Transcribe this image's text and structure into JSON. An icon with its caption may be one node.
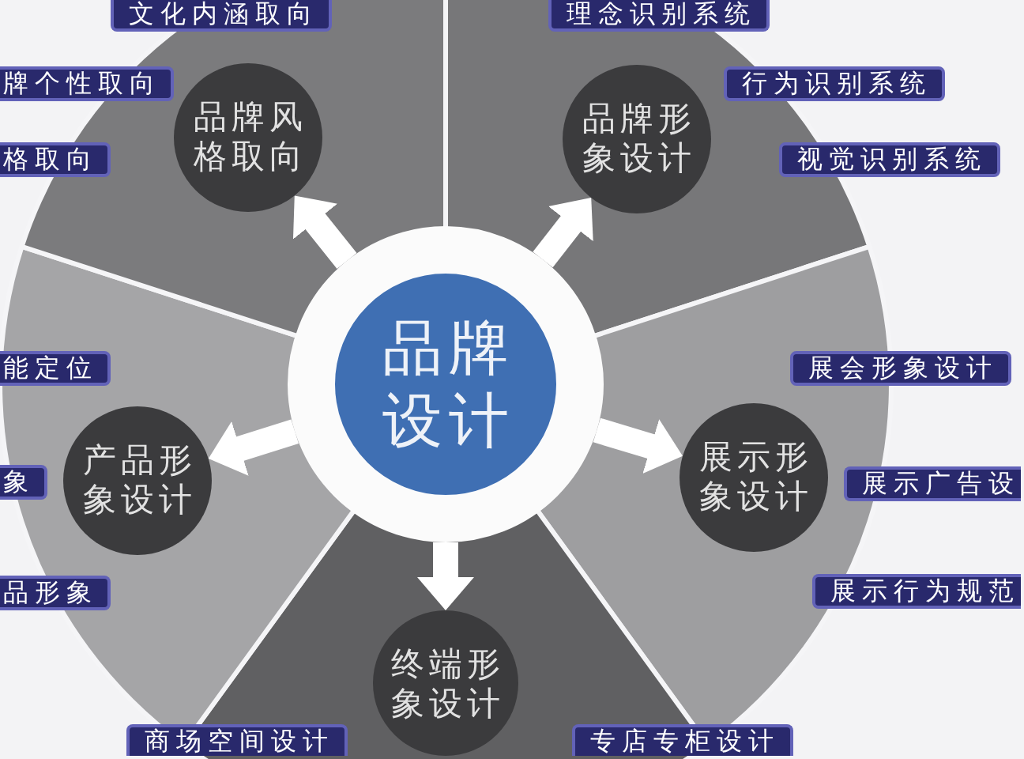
{
  "diagram": {
    "nodes": [
      {
        "text": [
          "品牌设计"
        ]
      },
      {
        "text": [
          "品牌风格取向"
        ]
      },
      {
        "text": [
          "文化内涵取向"
        ]
      },
      {
        "text": [
          "牌个性取向"
        ]
      },
      {
        "text": [
          "格取向"
        ]
      },
      {
        "text": [
          "品牌形象设计"
        ]
      },
      {
        "text": [
          "理念识别系统"
        ]
      },
      {
        "text": [
          "行为识别系统"
        ]
      },
      {
        "text": [
          "视觉识别系统"
        ]
      },
      {
        "text": [
          "展示形象设计"
        ]
      },
      {
        "text": [
          "展会形象设计"
        ]
      },
      {
        "text": [
          "展示广告设"
        ]
      },
      {
        "text": [
          "展示行为规范"
        ]
      },
      {
        "text": [
          "终端形象设计"
        ]
      },
      {
        "text": [
          "商场空间设计"
        ]
      },
      {
        "text": [
          "专店专柜设计"
        ]
      },
      {
        "text": [
          "产品形象设计"
        ]
      },
      {
        "text": [
          "能定位"
        ]
      },
      {
        "text": [
          "象"
        ]
      },
      {
        "text": [
          "品形象"
        ]
      }
    ],
    "edges": [
      {
        "from": 0,
        "to": 1,
        "arrow": "to"
      },
      {
        "from": 0,
        "to": 5,
        "arrow": "to"
      },
      {
        "from": 0,
        "to": 9,
        "arrow": "to"
      },
      {
        "from": 0,
        "to": 13,
        "arrow": "to"
      },
      {
        "from": 0,
        "to": 16,
        "arrow": "to"
      }
    ]
  }
}
